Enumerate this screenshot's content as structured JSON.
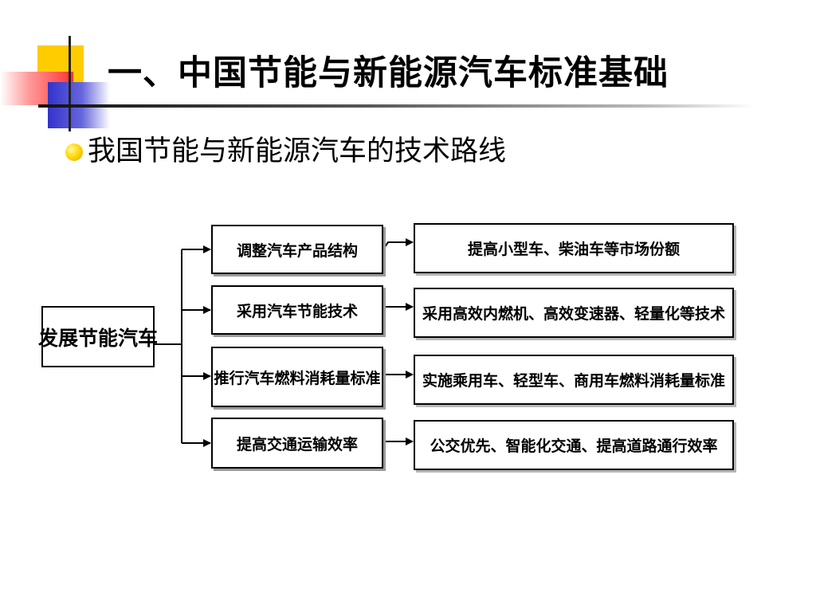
{
  "title": "一、中国节能与新能源汽车标准基础",
  "bullet": "我国节能与新能源汽车的技术路线",
  "diagram": {
    "root": "发展节能汽车",
    "branches": [
      {
        "measure": "调整汽车产品结构",
        "result": "提高小型车、柴油车等市场份额"
      },
      {
        "measure": "采用汽车节能技术",
        "result": "采用高效内燃机、高效变速器、轻量化等技术"
      },
      {
        "measure": "推行汽车燃料消耗量标准",
        "result": "实施乘用车、轻型车、商用车燃料消耗量标准"
      },
      {
        "measure": "提高交通运输效率",
        "result": "公交优先、智能化交通、提高道路通行效率"
      }
    ]
  }
}
